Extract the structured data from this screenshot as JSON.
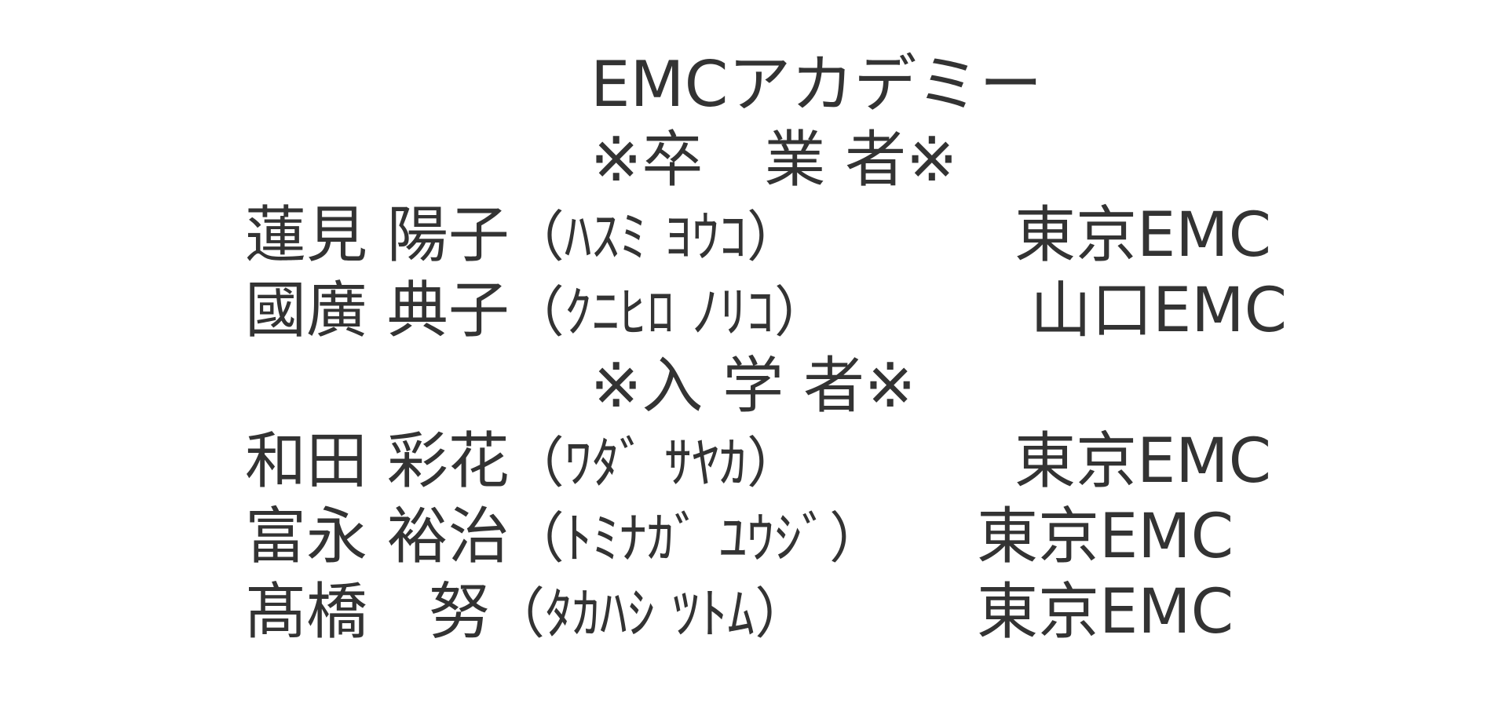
{
  "title": "EMCアカデミー",
  "sections": {
    "graduates": "※卒　業 者※",
    "enrollees": "※入 学 者※"
  },
  "graduates": [
    {
      "name": "蓮見 陽子",
      "kana": "（ﾊｽﾐ ﾖｳｺ）",
      "branch": "東京EMC"
    },
    {
      "name": "國廣 典子",
      "kana": "（ｸﾆﾋﾛ ﾉﾘｺ）",
      "branch": "山口EMC"
    }
  ],
  "enrollees": [
    {
      "name": "和田 彩花",
      "kana": "（ﾜﾀﾞ ｻﾔｶ）",
      "branch": "東京EMC"
    },
    {
      "name": "富永 裕治",
      "kana": "（ﾄﾐﾅｶﾞ ﾕｳｼﾞ）",
      "branch": "東京EMC"
    },
    {
      "name": "髙橋　努",
      "kana": "（ﾀｶﾊｼ ﾂﾄﾑ）",
      "branch": "東京EMC"
    }
  ]
}
